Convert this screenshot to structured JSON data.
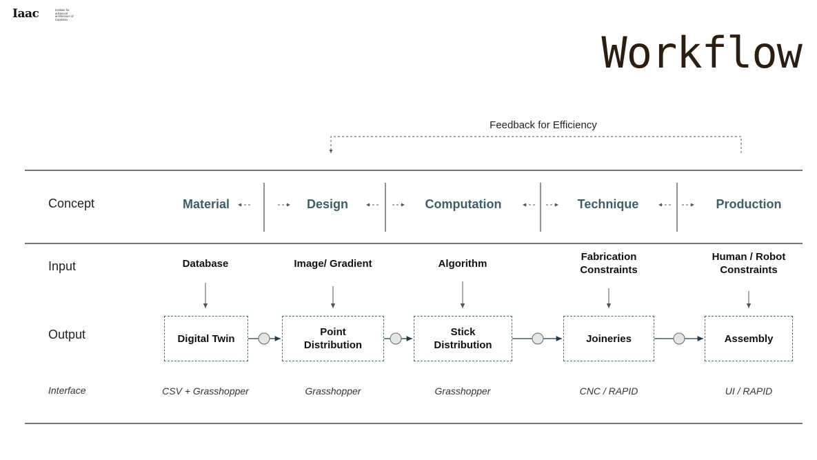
{
  "logo": {
    "mark": "Iaac",
    "text": "Institute for advanced architecture of Catalonia"
  },
  "title": "Workflow",
  "feedback": "Feedback for Efficiency",
  "rows": {
    "concept": "Concept",
    "input": "Input",
    "output": "Output",
    "interface": "Interface"
  },
  "stages": [
    {
      "concept": "Material",
      "input": [
        "Database"
      ],
      "output": [
        "Digital Twin"
      ],
      "interface": "CSV + Grasshopper"
    },
    {
      "concept": "Design",
      "input": [
        "Image/ Gradient"
      ],
      "output": [
        "Point",
        "Distribution"
      ],
      "interface": "Grasshopper"
    },
    {
      "concept": "Computation",
      "input": [
        "Algorithm"
      ],
      "output": [
        "Stick",
        "Distribution"
      ],
      "interface": "Grasshopper"
    },
    {
      "concept": "Technique",
      "input": [
        "Fabrication",
        "Constraints"
      ],
      "output": [
        "Joineries"
      ],
      "interface": "CNC / RAPID"
    },
    {
      "concept": "Production",
      "input": [
        "Human / Robot",
        "Constraints"
      ],
      "output": [
        "Assembly"
      ],
      "interface": "UI / RAPID"
    }
  ],
  "colors": {
    "concept_text": "#3f5e66",
    "title_text": "#2b1d10",
    "box_border": "#4d6f7a",
    "arrow": "#1f3b4d"
  }
}
